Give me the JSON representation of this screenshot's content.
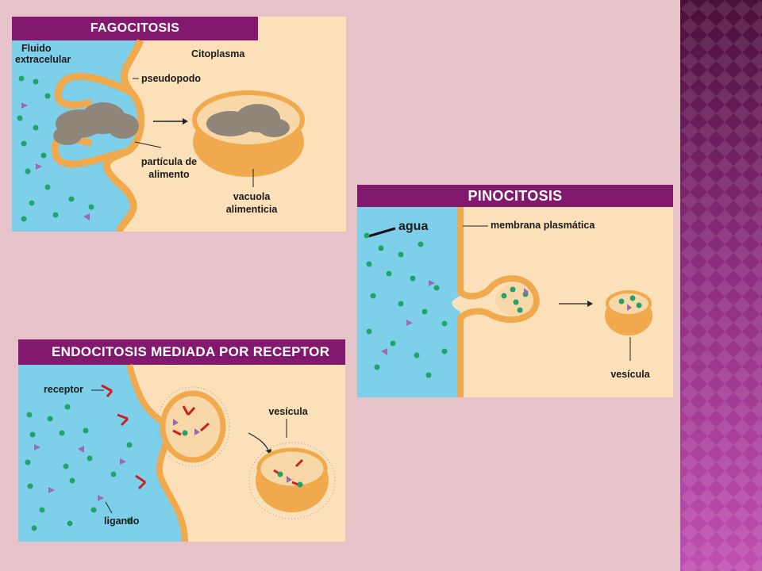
{
  "colors": {
    "slide_background": "#e6c3c9",
    "side_band_dark": "#4a0f3a",
    "side_band_light": "#c04fb2",
    "header": "#82196f",
    "extracellular_fluid": "#7ed0ea",
    "cytoplasm": "#fbe0b9",
    "membrane": "#f0a94c",
    "particle": "#8f8679",
    "molecule_green": "#22a36b",
    "ligand_purple": "#9b6bb2",
    "receptor_red": "#cc1f24"
  },
  "fagocitosis": {
    "title": "FAGOCITOSIS",
    "fluid_label_1": "Fluido",
    "fluid_label_2": "extracelular",
    "cytoplasm_label": "Citoplasma",
    "pseudopod_label": "pseudopodo",
    "particle_label_1": "partícula de",
    "particle_label_2": "alimento",
    "vacuole_label_1": "vacuola",
    "vacuole_label_2": "alimenticia"
  },
  "pinocitosis": {
    "title": "PINOCITOSIS",
    "water_label": "agua",
    "membrane_label": "membrana plasmática",
    "vesicle_label": "vesícula"
  },
  "endocitosis": {
    "title": "ENDOCITOSIS MEDIADA POR RECEPTOR",
    "receptor_label": "receptor",
    "ligand_label": "ligando",
    "vesicle_label": "vesícula"
  }
}
